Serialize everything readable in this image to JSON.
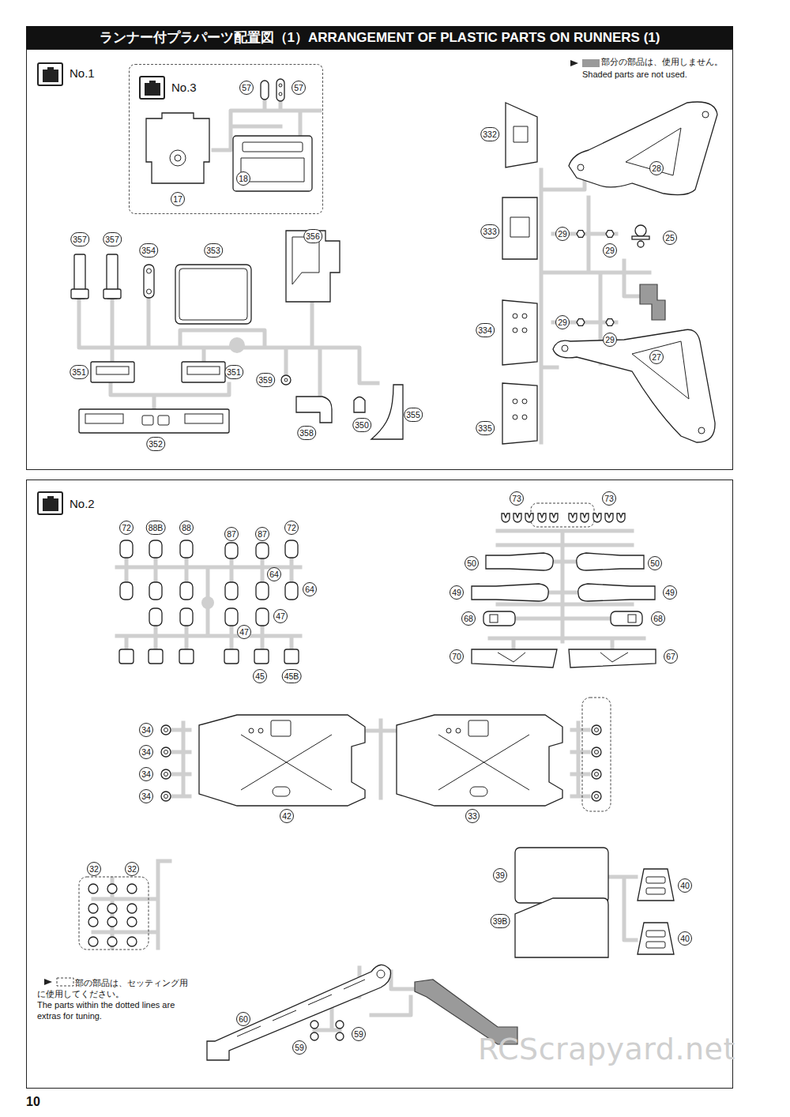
{
  "diagram": {
    "title": "ランナー付プラパーツ配置図（1）ARRANGEMENT OF PLASTIC PARTS ON RUNNERS (1)",
    "nodes": [
      {
        "text": [
          "No.1"
        ]
      },
      {
        "text": [
          "No.3"
        ],
        "in": 0
      },
      {
        "text": [
          "No.2"
        ]
      }
    ],
    "labels": [
      "部分の部品は、使用しません。",
      "Shaded parts are not used.",
      "57",
      "57",
      "17",
      "18",
      "357",
      "357",
      "354",
      "353",
      "356",
      "351",
      "351",
      "359",
      "350",
      "358",
      "352",
      "355",
      "332",
      "28",
      "333",
      "29",
      "29",
      "25",
      "29",
      "29",
      "334",
      "27",
      "335",
      "72",
      "88B",
      "88",
      "87",
      "87",
      "72",
      "64",
      "64",
      "47",
      "47",
      "45",
      "45B",
      "73",
      "73",
      "50",
      "50",
      "49",
      "49",
      "68",
      "68",
      "70",
      "67",
      "34",
      "34",
      "34",
      "34",
      "42",
      "33",
      "32",
      "32",
      "39",
      "40",
      "39B",
      "40",
      "60",
      "59",
      "59",
      "部の部品は、セッティング用 に使用してください。",
      "The parts within the dotted lines are extras for tuning.",
      "10",
      "RCScrapyard.net"
    ]
  }
}
